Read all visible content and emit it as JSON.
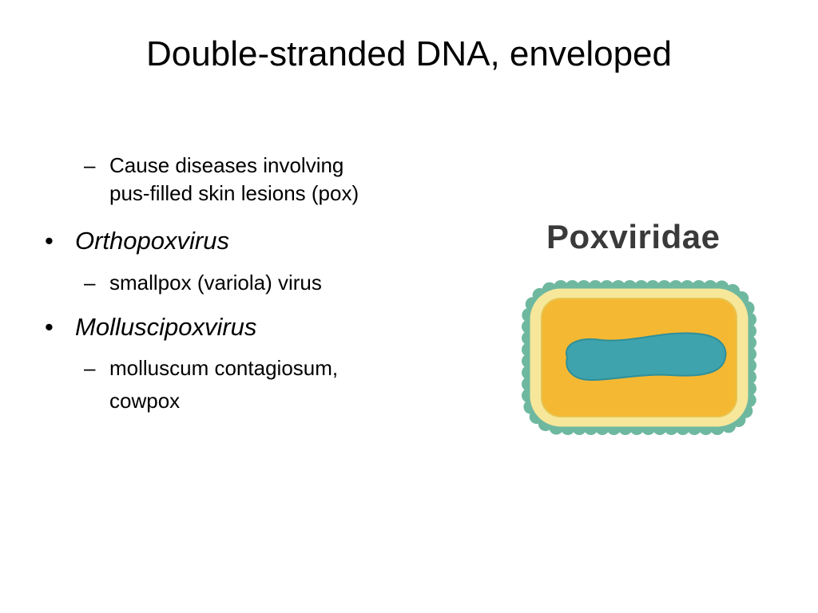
{
  "slide": {
    "title": "Double-stranded DNA, enveloped"
  },
  "content": {
    "intro_dash": {
      "marker": "–",
      "line1": "Cause diseases involving",
      "line2": "pus-filled skin lesions (pox)"
    },
    "genera": [
      {
        "marker": "•",
        "name": "Orthopoxvirus",
        "examples": [
          {
            "marker": "–",
            "lines": [
              "smallpox (variola) virus"
            ]
          }
        ]
      },
      {
        "marker": "•",
        "name": "Molluscipoxvirus",
        "examples": [
          {
            "marker": "–",
            "lines": [
              "molluscum contagiosum,",
              "cowpox"
            ]
          }
        ]
      }
    ]
  },
  "figure": {
    "label": "Poxviridae",
    "colors": {
      "spikes": "#6fb8a0",
      "envelope": "#f6e79a",
      "core": "#f5b833",
      "dna": "#3fa3ad"
    }
  }
}
